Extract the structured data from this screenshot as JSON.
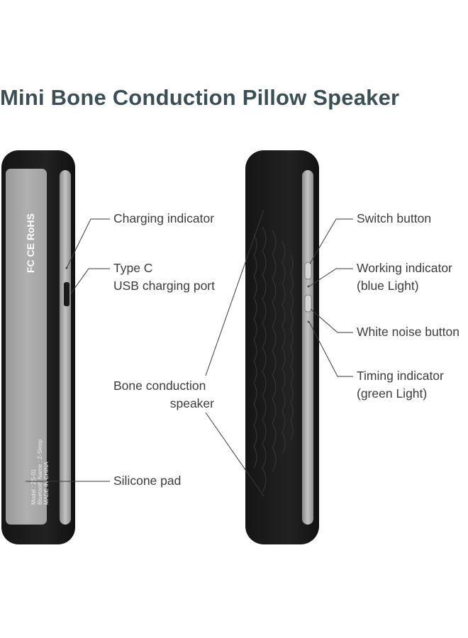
{
  "title": "Mini Bone Conduction Pillow Speaker",
  "left_device": {
    "markings": {
      "compliance": "FC CE RoHS",
      "model_line": "Model : ZS-01",
      "bluetooth_line": "Bluetooth Name : Z-Sleep",
      "origin_line": "MADE IN CHINA"
    }
  },
  "callouts": {
    "charging_indicator": "Charging indicator",
    "type_c": {
      "line1": "Type C",
      "line2": "USB charging port"
    },
    "bone_conduction": {
      "line1": "Bone conduction",
      "line2": "speaker"
    },
    "silicone_pad": "Silicone pad",
    "switch_button": "Switch button",
    "working_indicator": {
      "line1": "Working indicator",
      "line2": "(blue Light)"
    },
    "white_noise_button": "White noise button",
    "timing_indicator": {
      "line1": "Timing indicator",
      "line2": "(green Light)"
    }
  },
  "colors": {
    "title": "#3b4f55",
    "label_text": "#3c3c3c",
    "device_shell": "#1c1c1c",
    "device_panel": "#a7a7a7",
    "leader_line": "#3a3a3a"
  }
}
